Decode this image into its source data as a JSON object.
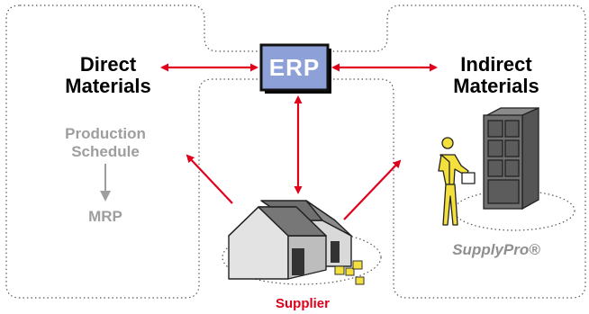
{
  "labels": {
    "direct_line1": "Direct",
    "direct_line2": "Materials",
    "indirect_line1": "Indirect",
    "indirect_line2": "Materials",
    "erp": "ERP",
    "production_line1": "Production",
    "production_line2": "Schedule",
    "mrp": "MRP",
    "supplypro": "SupplyPro®",
    "supplier": "Supplier"
  },
  "colors": {
    "arrow": "#e0001b",
    "erp_fill": "#8ea0d8",
    "erp_border": "#111111",
    "gray_text": "#9e9e9e",
    "warehouse_roof": "#6f6f6f",
    "warehouse_wall": "#d9d9d9",
    "box_yellow": "#f3e03c",
    "figure_yellow": "#f3e03c"
  },
  "icons": {
    "erp": "erp-system-box",
    "warehouse": "warehouse-icon",
    "cabinet": "storage-cabinet-icon",
    "person": "worker-figure-icon",
    "boxes": "package-boxes-icon"
  }
}
